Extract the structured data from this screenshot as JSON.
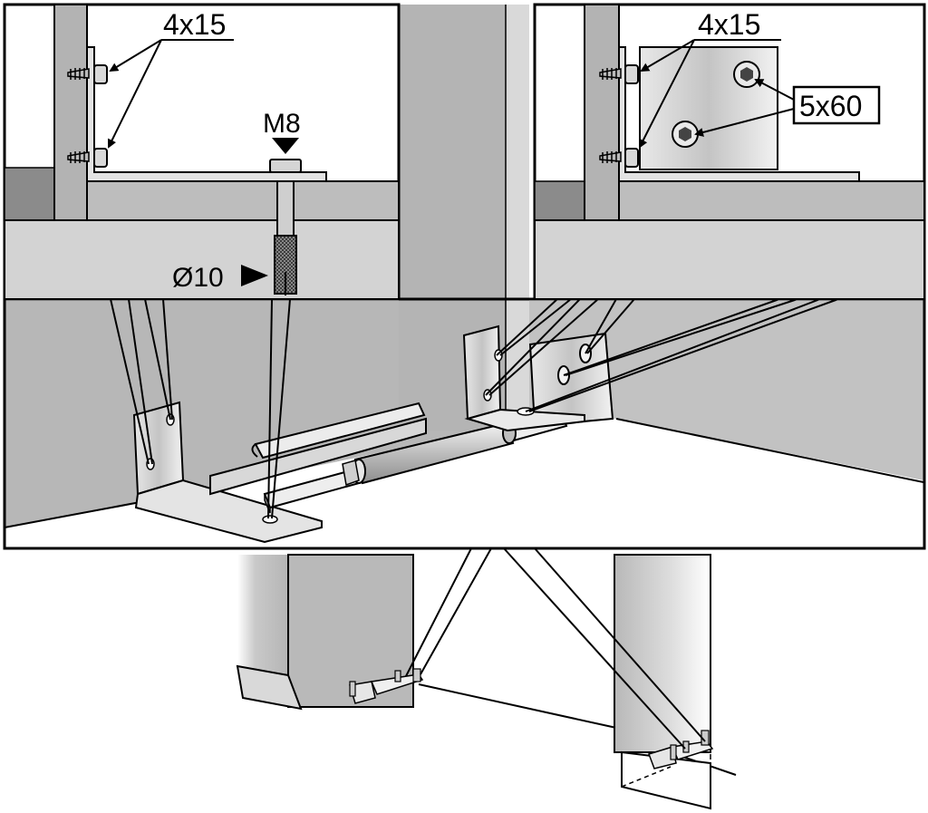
{
  "labels": {
    "screw_left": "4x15",
    "screw_right": "4x15",
    "bolt": "M8",
    "drill": "Ø10",
    "bolt_right": "5x60"
  },
  "colors": {
    "outline": "#000000",
    "wall_mid": "#b9b9b9",
    "wall_dark": "#8c8c8c",
    "wall_light": "#d2d2d2",
    "floor": "#ffffff",
    "metal": "#c8c8c8"
  }
}
